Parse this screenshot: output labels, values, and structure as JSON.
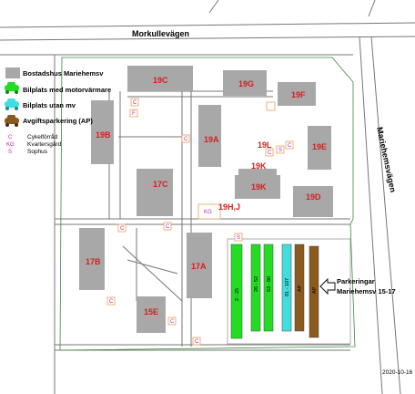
{
  "streets": {
    "north": "Morkullevägen",
    "east": "Mariehemsvägen"
  },
  "legend": [
    {
      "label": "Bostadshus Mariehemsv",
      "color": "#a8a8a8",
      "symbol": "block"
    },
    {
      "label": "Bilplats med motorvärmare",
      "color": "#22dd22",
      "symbol": "car"
    },
    {
      "label": "Bilplats utan mv",
      "color": "#40dede",
      "symbol": "car"
    },
    {
      "label": "Avgiftsparkering (AP)",
      "color": "#8b5a1e",
      "symbol": "car"
    }
  ],
  "symbols": [
    {
      "code": "C",
      "label": "Cykelförråd"
    },
    {
      "code": "KG",
      "label": "Kvartersgård"
    },
    {
      "code": "S",
      "label": "Sophus"
    }
  ],
  "buildings": [
    "19C",
    "19G",
    "19F",
    "19B",
    "19A",
    "19L",
    "19E",
    "19K",
    "17C",
    "19K",
    "19D",
    "19H,J",
    "17B",
    "17A",
    "15E"
  ],
  "markers": {
    "C": "C",
    "KG": "KG",
    "S": "S",
    "F": "F"
  },
  "parking_rows": [
    {
      "label": "2 - 25",
      "color": "#22dd22"
    },
    {
      "label": "26 - 52",
      "color": "#22dd22"
    },
    {
      "label": "53 - 80",
      "color": "#22dd22"
    },
    {
      "label": "81 - 107",
      "color": "#40dede"
    },
    {
      "label": "AP",
      "color": "#8b5a1e"
    },
    {
      "label": "AP",
      "color": "#8b5a1e"
    }
  ],
  "callout": {
    "line1": "Parkeringar",
    "line2": "Mariehemsv 15-17"
  },
  "date": "2020-10-16",
  "colors": {
    "building": "#a8a8a8",
    "road": "#6e6e6e",
    "boundary": "#3a8a3a",
    "outline": "#e8a060",
    "symbol": "#c020c0",
    "label": "#d42020"
  }
}
